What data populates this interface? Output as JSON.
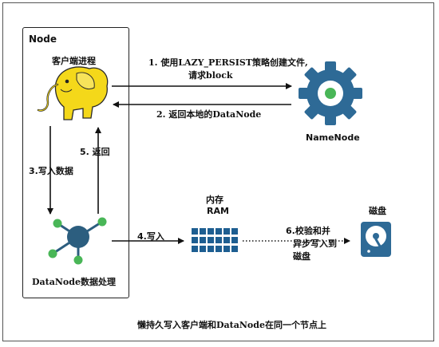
{
  "node": {
    "title": "Node"
  },
  "client": {
    "label": "客户端进程"
  },
  "namenode": {
    "label": "NameNode"
  },
  "datanode": {
    "label": "DataNode数据处理"
  },
  "ram": {
    "title": "内存",
    "subtitle": "RAM"
  },
  "disk": {
    "label": "磁盘"
  },
  "steps": {
    "step1_line1": "1. 使用LAZY_PERSIST策略创建文件,",
    "step1_line2": "请求block",
    "step2": "2. 返回本地的DataNode",
    "step3": "3.写入数据",
    "step4": "4.写入",
    "step5": "5. 返回",
    "step6_line1": "6.校验和并",
    "step6_line2": "异步写入到",
    "step6_line3": "磁盘"
  },
  "caption": "懒持久写入客户端和DataNode在同一个节点上",
  "colors": {
    "gear_blue": "#2E6A96",
    "green": "#49B657",
    "elephant_yellow": "#F4D81A",
    "ram_blue": "#1D5E91",
    "hub_blue": "#2C5E7F"
  },
  "icons": [
    "hadoop-elephant-icon",
    "gear-icon",
    "network-hub-icon",
    "ram-memory-icon",
    "hard-disk-icon"
  ]
}
